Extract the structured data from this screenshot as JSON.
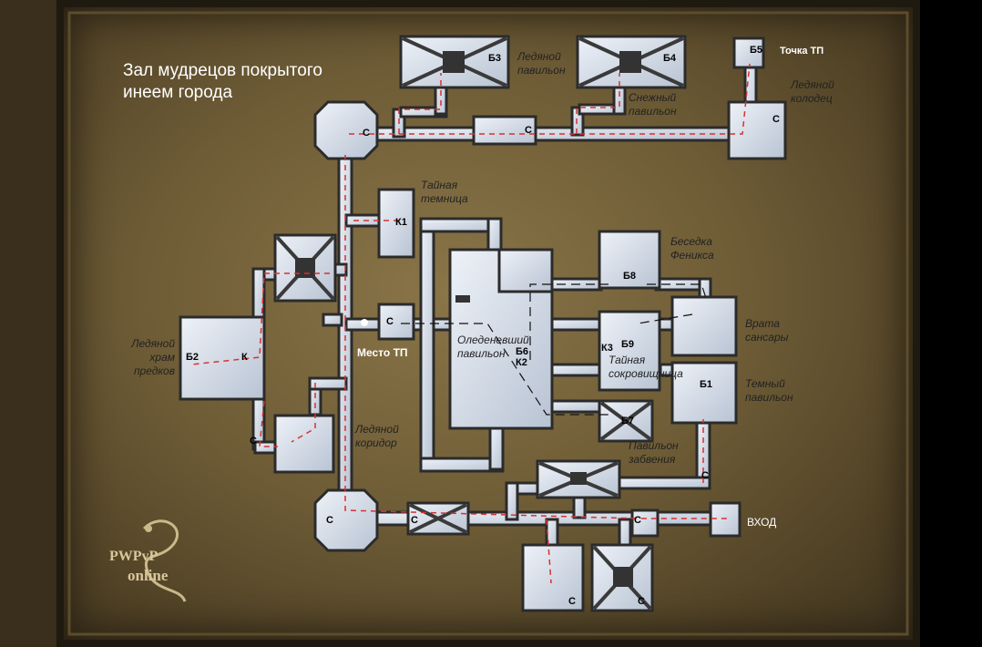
{
  "map": {
    "title": "Зал мудрецов покрытого инеем города",
    "labels": {
      "b3_name": "Ледяной павильон",
      "b4_name": "Снежный павильон",
      "b5_tp": "Точка ТП",
      "b5_name": "Ледяной колодец",
      "dungeon": "Тайная темница",
      "phoenix": "Беседка Феникса",
      "samsara": "Врата сансары",
      "dark": "Темный павильон",
      "oblivion": "Павильон забвения",
      "treasury": "Тайная сокровищница",
      "frozen": "Оледеневший павильон",
      "ancestors": "Ледяной храм предков",
      "corridor": "Ледяной коридор",
      "tp_place": "Место ТП",
      "entrance": "ВХОД"
    },
    "codes": {
      "b1": "Б1",
      "b2": "Б2",
      "b3": "Б3",
      "b4": "Б4",
      "b5": "Б5",
      "b6": "Б6",
      "b7": "Б7",
      "b8": "Б8",
      "b9": "Б9",
      "k1": "К1",
      "k2": "К2",
      "k3": "К3",
      "k": "К",
      "c": "С"
    },
    "logo": {
      "line1": "PWPvP",
      "line2": "online"
    }
  }
}
